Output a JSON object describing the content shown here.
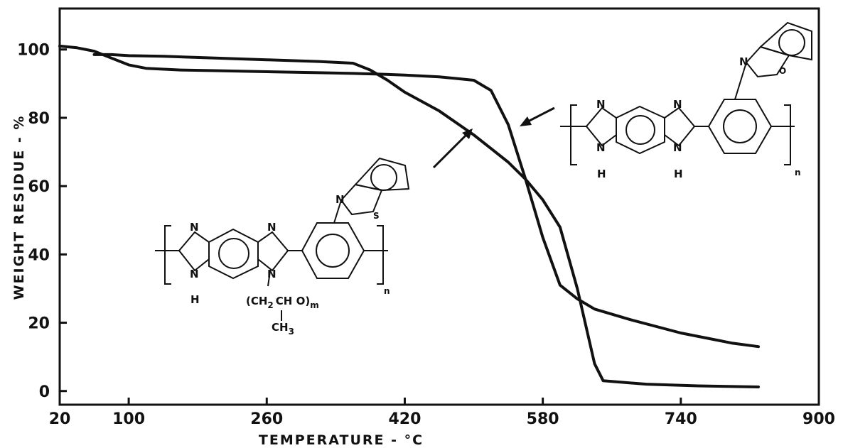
{
  "chart_data": {
    "type": "line",
    "xlabel": "TEMPERATURE - °C",
    "ylabel": "WEIGHT RESIDUE - %",
    "xlim": [
      20,
      900
    ],
    "ylim": [
      -4,
      112
    ],
    "x_ticks": [
      20,
      100,
      260,
      420,
      580,
      740,
      900
    ],
    "y_ticks": [
      0,
      20,
      40,
      60,
      80,
      100
    ],
    "x_tick_labels": [
      "20",
      "100",
      "260",
      "420",
      "580",
      "740",
      "900"
    ],
    "y_tick_labels": [
      "0",
      "20",
      "40",
      "60",
      "80",
      "100"
    ],
    "grid": false,
    "legend": "none",
    "series": [
      {
        "x": [
          20,
          40,
          60,
          80,
          100,
          120,
          160,
          200,
          260,
          320,
          360,
          390,
          420,
          460,
          500,
          520,
          540,
          560,
          580,
          600,
          620,
          640,
          680,
          740,
          800,
          830
        ],
        "y": [
          101,
          100.5,
          99.5,
          97.5,
          95.5,
          94.5,
          94,
          93.8,
          93.5,
          93.2,
          93,
          92.8,
          92.5,
          92,
          91,
          88,
          78,
          62,
          45,
          31,
          27,
          24,
          21,
          17,
          14,
          13
        ]
      },
      {
        "x": [
          60,
          80,
          100,
          140,
          200,
          260,
          320,
          360,
          380,
          400,
          420,
          460,
          500,
          520,
          540,
          560,
          580,
          600,
          620,
          640,
          650,
          700,
          760,
          830
        ],
        "y": [
          98.5,
          98.5,
          98.2,
          98,
          97.5,
          97,
          96.5,
          96,
          94,
          91,
          87.5,
          82,
          75,
          71,
          67,
          62,
          56,
          48,
          30,
          8,
          3,
          2,
          1.5,
          1.2
        ]
      }
    ],
    "annotations": {
      "upper_structure": {
        "atoms": [
          "N",
          "N",
          "N",
          "N",
          "H",
          "H",
          "N",
          "O"
        ],
        "subscript": "n"
      },
      "lower_structure": {
        "atoms": [
          "N",
          "N",
          "N",
          "N",
          "H",
          "N",
          "S"
        ],
        "substituent_a": "(CH",
        "substituent_b": "2",
        "substituent_c": "CH O)",
        "substituent_d": "m",
        "methyl_a": "CH",
        "methyl_b": "3",
        "subscript": "n"
      }
    }
  }
}
